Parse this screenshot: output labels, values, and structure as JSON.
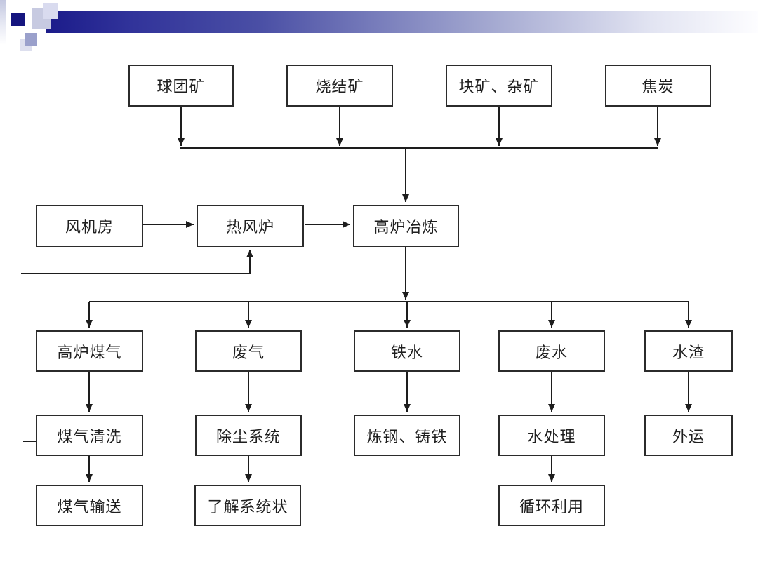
{
  "slide": {
    "background_color": "#ffffff",
    "accent_bar_start_color": "#1b1b8a",
    "accent_bar_end_color": "#ffffff",
    "decor_square_colors": [
      "#15157f",
      "#c7cae1",
      "#d9dbef",
      "#9aa0cb",
      "#dddfee"
    ],
    "line_color": "#1d1d1d"
  },
  "diagram": {
    "type": "flowchart",
    "nodes": [
      {
        "id": "qiutuankuang",
        "label": "球团矿"
      },
      {
        "id": "shaojiekuang",
        "label": "烧结矿"
      },
      {
        "id": "kuaikuang",
        "label": "块矿、杂矿"
      },
      {
        "id": "jiaotan",
        "label": "焦炭"
      },
      {
        "id": "fengjifang",
        "label": "风机房"
      },
      {
        "id": "refenglu",
        "label": "热风炉"
      },
      {
        "id": "gaoluyelian",
        "label": "高炉冶炼"
      },
      {
        "id": "gaolumeiqi",
        "label": "高炉煤气"
      },
      {
        "id": "feiqi",
        "label": "废气"
      },
      {
        "id": "tieshui",
        "label": "铁水"
      },
      {
        "id": "feishui",
        "label": "废水"
      },
      {
        "id": "shuizha",
        "label": "水渣"
      },
      {
        "id": "meiqiqingxi",
        "label": "煤气清洗"
      },
      {
        "id": "chuchenxitong",
        "label": "除尘系统"
      },
      {
        "id": "liangangzhutie",
        "label": "炼钢、铸铁"
      },
      {
        "id": "shuichuli",
        "label": "水处理"
      },
      {
        "id": "waiyun",
        "label": "外运"
      },
      {
        "id": "meiqishusong",
        "label": "煤气输送"
      },
      {
        "id": "liaojiexitong",
        "label": "了解系统状"
      },
      {
        "id": "xunhuanliyong",
        "label": "循环利用"
      }
    ],
    "edges": [
      {
        "from": "球团矿",
        "to": "高炉冶炼",
        "via": "collector-line"
      },
      {
        "from": "烧结矿",
        "to": "高炉冶炼",
        "via": "collector-line"
      },
      {
        "from": "块矿、杂矿",
        "to": "高炉冶炼",
        "via": "collector-line"
      },
      {
        "from": "焦炭",
        "to": "高炉冶炼",
        "via": "collector-line"
      },
      {
        "from": "风机房",
        "to": "热风炉"
      },
      {
        "from": "热风炉",
        "to": "高炉冶炼"
      },
      {
        "from": "off-slide-left",
        "to": "热风炉",
        "via": "bottom-feedback-line"
      },
      {
        "from": "高炉冶炼",
        "to": "高炉煤气",
        "via": "distributor-line"
      },
      {
        "from": "高炉冶炼",
        "to": "废气",
        "via": "distributor-line"
      },
      {
        "from": "高炉冶炼",
        "to": "铁水",
        "via": "distributor-line"
      },
      {
        "from": "高炉冶炼",
        "to": "废水",
        "via": "distributor-line"
      },
      {
        "from": "高炉冶炼",
        "to": "水渣",
        "via": "distributor-line"
      },
      {
        "from": "高炉煤气",
        "to": "煤气清洗"
      },
      {
        "from": "废气",
        "to": "除尘系统"
      },
      {
        "from": "铁水",
        "to": "炼钢、铸铁"
      },
      {
        "from": "废水",
        "to": "水处理"
      },
      {
        "from": "水渣",
        "to": "外运"
      },
      {
        "from": "煤气清洗",
        "to": "煤气输送"
      },
      {
        "from": "除尘系统",
        "to": "了解系统状"
      },
      {
        "from": "水处理",
        "to": "循环利用"
      },
      {
        "from": "off-slide-left",
        "to": "煤气清洗",
        "via": "left-stub-line"
      }
    ]
  }
}
